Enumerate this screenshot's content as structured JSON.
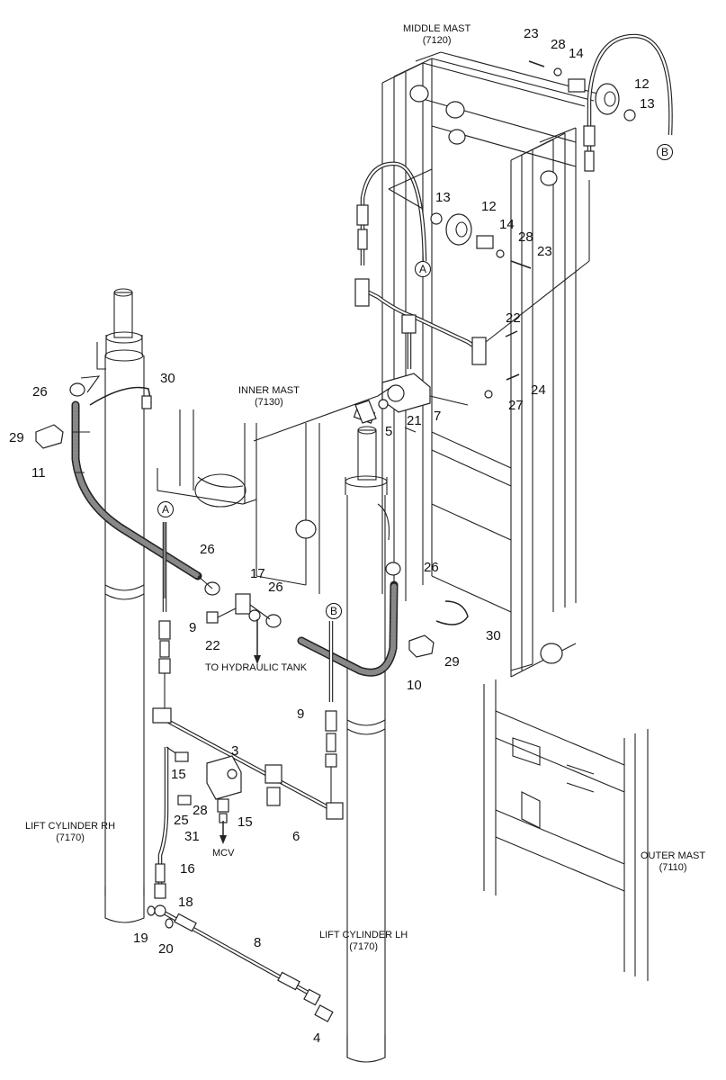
{
  "mast_labels": {
    "middle_mast": {
      "name": "MIDDLE MAST",
      "code": "(7120)"
    },
    "inner_mast": {
      "name": "INNER MAST",
      "code": "(7130)"
    },
    "outer_mast": {
      "name": "OUTER MAST",
      "code": "(7110)"
    },
    "lift_cylinder_rh": {
      "name": "LIFT CYLINDER RH",
      "code": "(7170)"
    },
    "lift_cylinder_lh": {
      "name": "LIFT CYLINDER LH",
      "code": "(7170)"
    }
  },
  "notes": {
    "to_tank": "TO HYDRAULIC TANK",
    "mcv": "MCV"
  },
  "connection_markers": [
    "A",
    "B"
  ],
  "part_numbers": {
    "p23a": "23",
    "p28a": "28",
    "p14a": "14",
    "p12a": "12",
    "p13a": "13",
    "p13b": "13",
    "p12b": "12",
    "p14b": "14",
    "p28b": "28",
    "p23b": "23",
    "p22a": "22",
    "p24": "24",
    "p27": "27",
    "p7": "7",
    "p21": "21",
    "p5": "5",
    "p26a": "26",
    "p30a": "30",
    "p29a": "29",
    "p11": "11",
    "p26b": "26",
    "p17": "17",
    "p26c": "26",
    "p26d": "26",
    "p9a": "9",
    "p22b": "22",
    "p30b": "30",
    "p29b": "29",
    "p10": "10",
    "p9b": "9",
    "p3": "3",
    "p15a": "15",
    "p15b": "15",
    "p28c": "28",
    "p25": "25",
    "p31": "31",
    "p6": "6",
    "p16": "16",
    "p18": "18",
    "p19": "19",
    "p20": "20",
    "p8": "8",
    "p4": "4"
  }
}
